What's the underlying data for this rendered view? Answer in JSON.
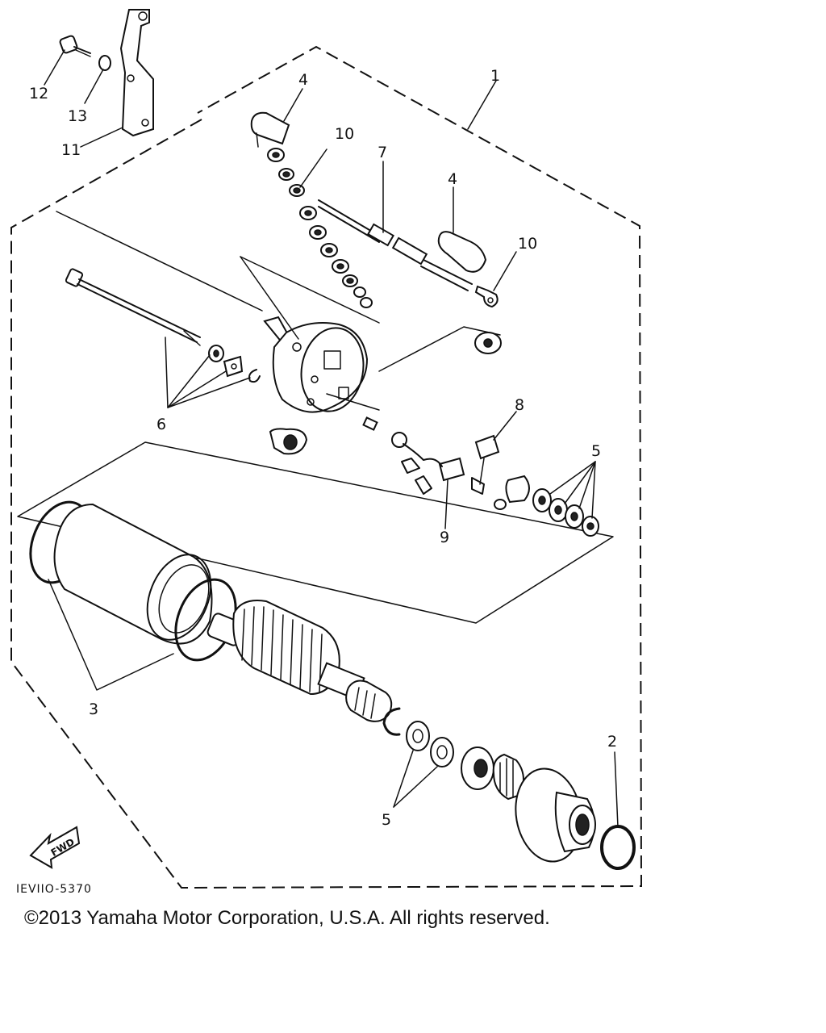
{
  "callouts": {
    "c1": "1",
    "c2": "2",
    "c3": "3",
    "c4a": "4",
    "c4b": "4",
    "c5a": "5",
    "c5b": "5",
    "c6": "6",
    "c7": "7",
    "c8": "8",
    "c9": "9",
    "c10a": "10",
    "c10b": "10",
    "c11": "11",
    "c12": "12",
    "c13": "13"
  },
  "fwd_label": "FWD",
  "figure_code": "IEVIIO-5370",
  "copyright": "©2013 Yamaha Motor Corporation, U.S.A. All rights reserved."
}
